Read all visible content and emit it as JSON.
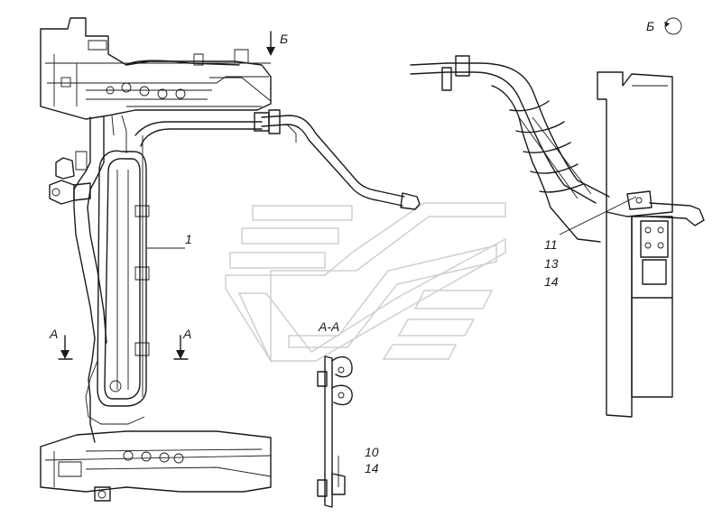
{
  "labels": {
    "callout_1": "1",
    "section_a_left": "А",
    "section_a_right": "А",
    "section_aa_title": "А-А",
    "view_b_top": "Б",
    "view_b_right": "Б",
    "callout_11": "11",
    "callout_13": "13",
    "callout_14_upper": "14",
    "callout_10": "10",
    "callout_14_lower": "14"
  },
  "colors": {
    "line": "#1a1a1a",
    "watermark": "#cfcfcf",
    "background": "#ffffff"
  }
}
